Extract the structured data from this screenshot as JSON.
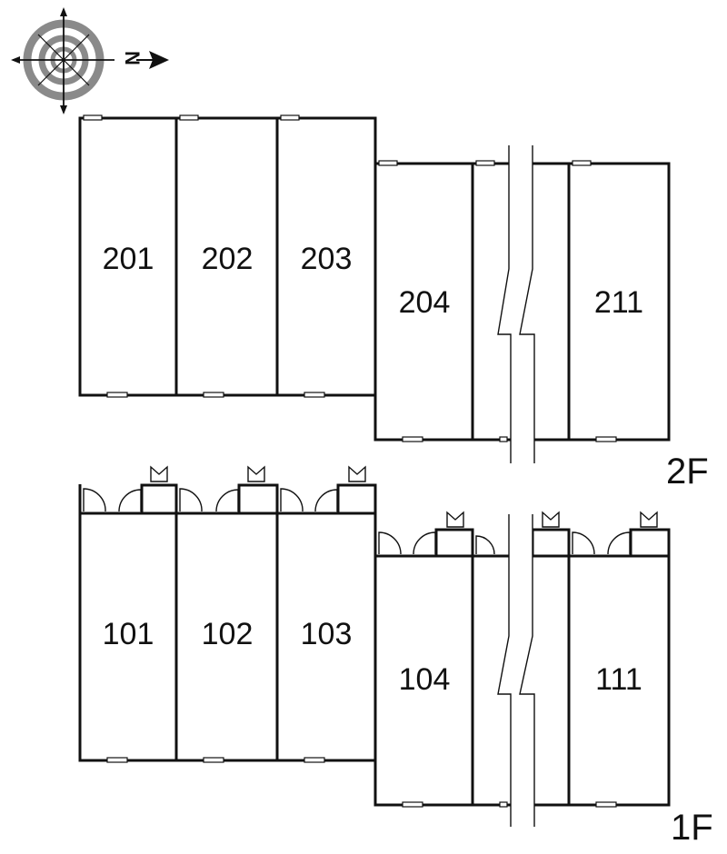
{
  "compass": {
    "label": "N",
    "icon": "north-arrow-compass-icon"
  },
  "floor2": {
    "label": "2F",
    "units": [
      "201",
      "202",
      "203",
      "204",
      "211"
    ]
  },
  "floor1": {
    "label": "1F",
    "units": [
      "101",
      "102",
      "103",
      "104",
      "111"
    ]
  },
  "colors": {
    "line": "#111111",
    "compass_ring": "#8a8a8a",
    "background": "#ffffff"
  }
}
